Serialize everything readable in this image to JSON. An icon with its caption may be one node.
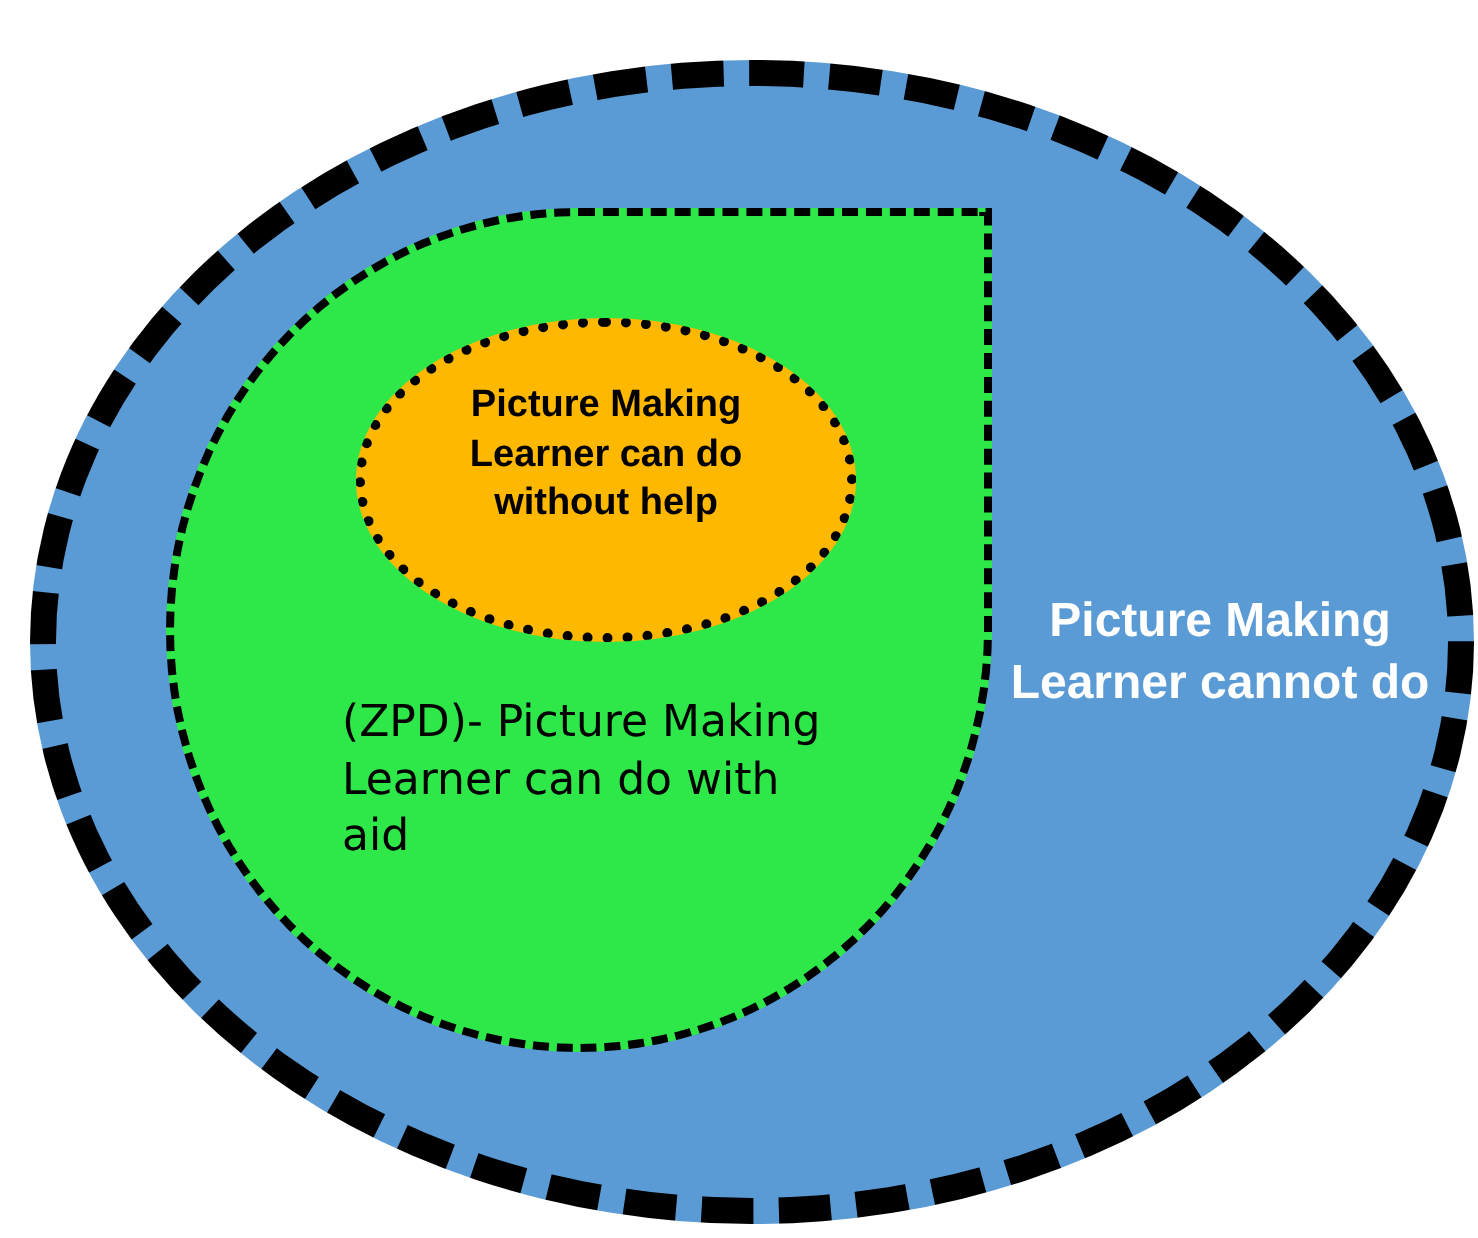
{
  "diagram": {
    "nodes": [
      {
        "text": [
          "Picture Making Learner cannot do"
        ]
      },
      {
        "text": [
          "(ZPD)- Picture Making Learner can do with aid"
        ],
        "in": 0
      },
      {
        "text": [
          "Picture Making Learner can do without help"
        ],
        "in": 1
      }
    ]
  }
}
